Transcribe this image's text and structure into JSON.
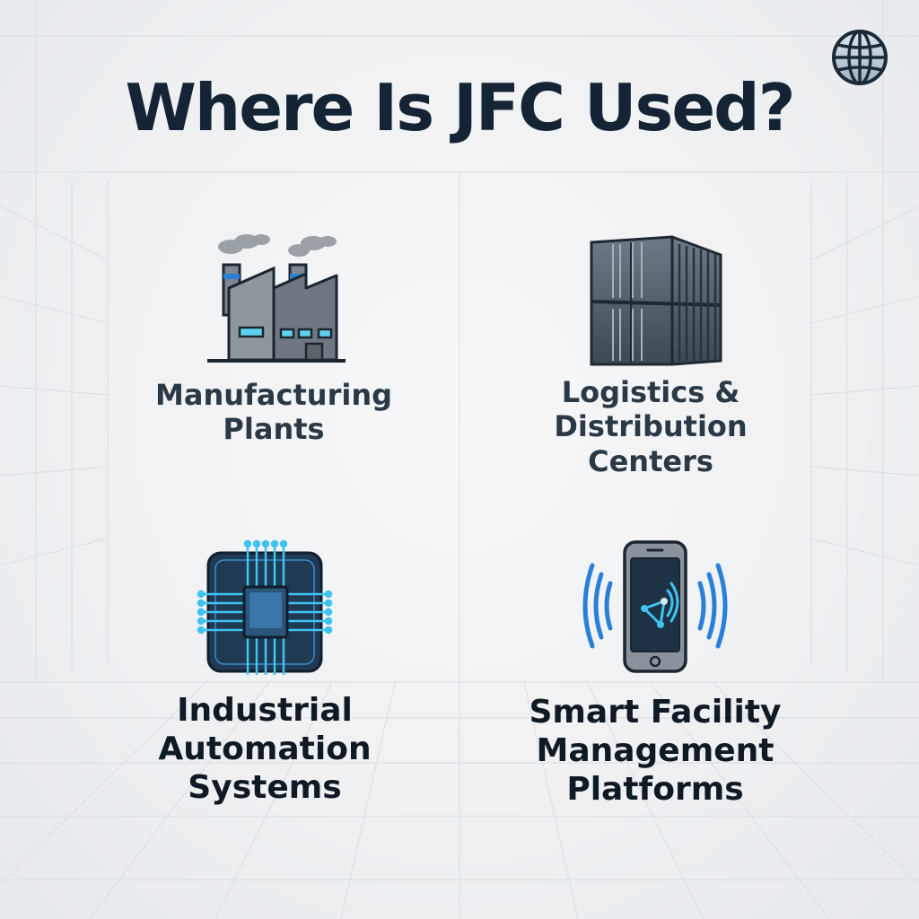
{
  "title": "Where Is JFC Used?",
  "header_icon": "globe-icon",
  "colors": {
    "title": "#142434",
    "accent_blue": "#2a7fd6",
    "cyan": "#3fc3f0",
    "icon_gray": "#7b838c",
    "icon_dark": "#1e2a36"
  },
  "cards": [
    {
      "icon": "factory-icon",
      "label_line1": "Manufacturing",
      "label_line2": "Plants",
      "label_line3": ""
    },
    {
      "icon": "shipping-containers-icon",
      "label_line1": "Logistics &",
      "label_line2": "Distribution",
      "label_line3": "Centers"
    },
    {
      "icon": "microchip-icon",
      "label_line1": "Industrial",
      "label_line2": "Automation",
      "label_line3": "Systems"
    },
    {
      "icon": "smartphone-signal-icon",
      "label_line1": "Smart Facility",
      "label_line2": "Management",
      "label_line3": "Platforms"
    }
  ]
}
